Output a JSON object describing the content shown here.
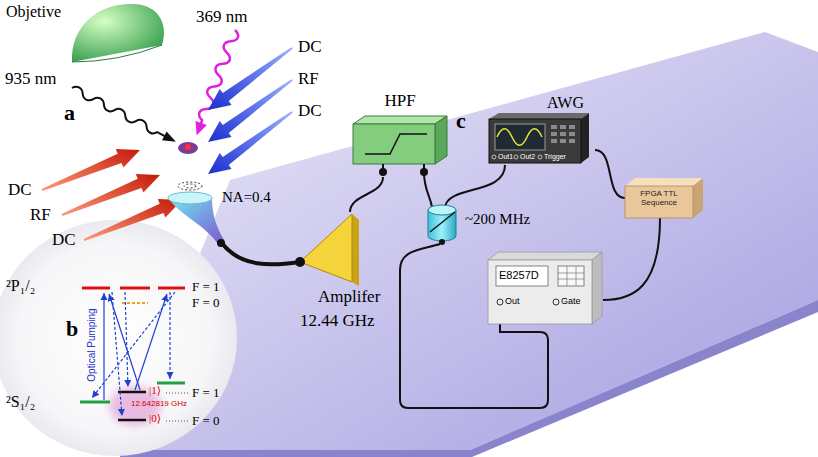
{
  "diagram": {
    "nodes": [
      {
        "text": [
          "Objetive"
        ]
      },
      {
        "text": [
          "Amplifer"
        ]
      },
      {
        "text": [
          "HPF"
        ]
      },
      {
        "text": [
          "AWG",
          "Out1",
          "Out2",
          "Trigger"
        ]
      },
      {
        "text": [
          "FPGA TTL Sequence"
        ]
      },
      {
        "text": [
          "E8257D",
          "Out",
          "Gate"
        ]
      }
    ],
    "edges": [
      {
        "from": 1,
        "to": 2,
        "arrow": "none"
      },
      {
        "from": 3,
        "to": 4,
        "arrow": "none"
      },
      {
        "from": 4,
        "to": 5,
        "arrow": "none"
      }
    ],
    "labels": [
      "369 nm",
      "935 nm",
      "DC",
      "RF",
      "DC",
      "DC",
      "RF",
      "DC",
      "a",
      "NA=0.4",
      "c",
      "~200 MHz",
      "12.44 GHz",
      "b",
      "²P₁/₂",
      "F = 1",
      "F = 0",
      "²S₁/₂",
      "|1⟩",
      "F = 1",
      "12.642819 GHz",
      "|0⟩",
      "F = 0",
      "Optical Pumping"
    ]
  }
}
